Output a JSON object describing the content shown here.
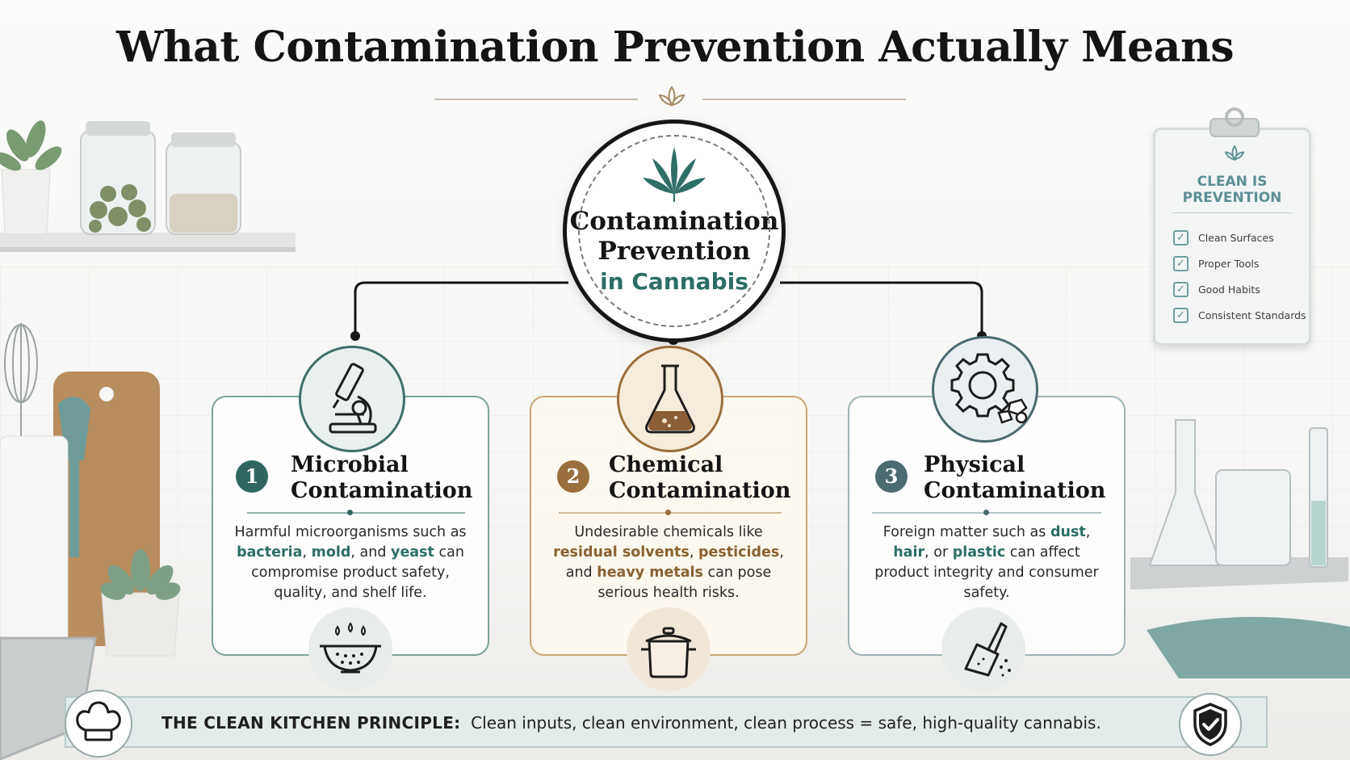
{
  "title": "What Contamination Prevention Actually Means",
  "hub": {
    "line1": "Contamination",
    "line2": "Prevention",
    "line3": "in Cannabis"
  },
  "cards": [
    {
      "number": "1",
      "title_line1": "Microbial",
      "title_line2": "Contamination",
      "body_parts": [
        "Harmful microorganisms such as ",
        "bacteria",
        ", ",
        "mold",
        ", and ",
        "yeast",
        " can compromise product safety, quality, and shelf life."
      ],
      "icon": "microscope-icon",
      "bottom_icon": "colander-icon",
      "accent": "#2d6e66"
    },
    {
      "number": "2",
      "title_line1": "Chemical",
      "title_line2": "Contamination",
      "body_parts": [
        "Undesirable chemicals like ",
        "residual solvents",
        ", ",
        "pesticides",
        ", and ",
        "heavy metals",
        " can pose serious health risks."
      ],
      "icon": "flask-icon",
      "bottom_icon": "cooking-pot-icon",
      "accent": "#9b6e3d"
    },
    {
      "number": "3",
      "title_line1": "Physical",
      "title_line2": "Contamination",
      "body_parts": [
        "Foreign matter such as ",
        "dust",
        ", ",
        "hair",
        ", or ",
        "plastic",
        " can affect product integrity and consumer safety."
      ],
      "icon": "gear-icon",
      "bottom_icon": "dustpan-icon",
      "accent": "#4b6b70"
    }
  ],
  "clipboard": {
    "heading_line1": "CLEAN IS",
    "heading_line2": "PREVENTION",
    "items": [
      "Clean Surfaces",
      "Proper Tools",
      "Good Habits",
      "Consistent Standards"
    ]
  },
  "banner": {
    "label": "THE CLEAN KITCHEN PRINCIPLE:",
    "text": "Clean inputs, clean environment, clean process = safe, high-quality cannabis."
  }
}
